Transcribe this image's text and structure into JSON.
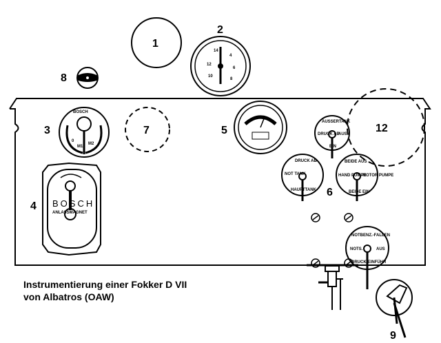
{
  "callouts": [
    "1",
    "2",
    "3",
    "4",
    "5",
    "6",
    "7",
    "8",
    "9",
    "12"
  ],
  "caption": {
    "line1": "Instrumentierung einer Fokker D VII",
    "line2": "von Albatros (OAW)"
  },
  "labels": {
    "magneto_switch_brand": "BOSCH",
    "magneto_switch_positions": [
      "0",
      "M1",
      "M2"
    ],
    "starter_brand": "BOSCH",
    "starter_name": "ANLASSMAGNET",
    "tank_valve": [
      "DRUCK AB",
      "NOT TANK",
      "HAUPTTANK"
    ],
    "pump_valve": [
      "BEIDE AUS",
      "HAND PUMPE",
      "MOTOR PUMPE",
      "BEIDE EIN"
    ],
    "top_valve": [
      "AUSSERTANK",
      "DRUCK AB",
      "AUS",
      "EIN"
    ],
    "reserve_valve": [
      "NOTBENZ.-FALLEN",
      "NOTS.",
      "AUS",
      "DRUCK-EINFÜHR"
    ],
    "tachometer_ticks": [
      "4",
      "6",
      "8",
      "10",
      "12",
      "14"
    ]
  }
}
